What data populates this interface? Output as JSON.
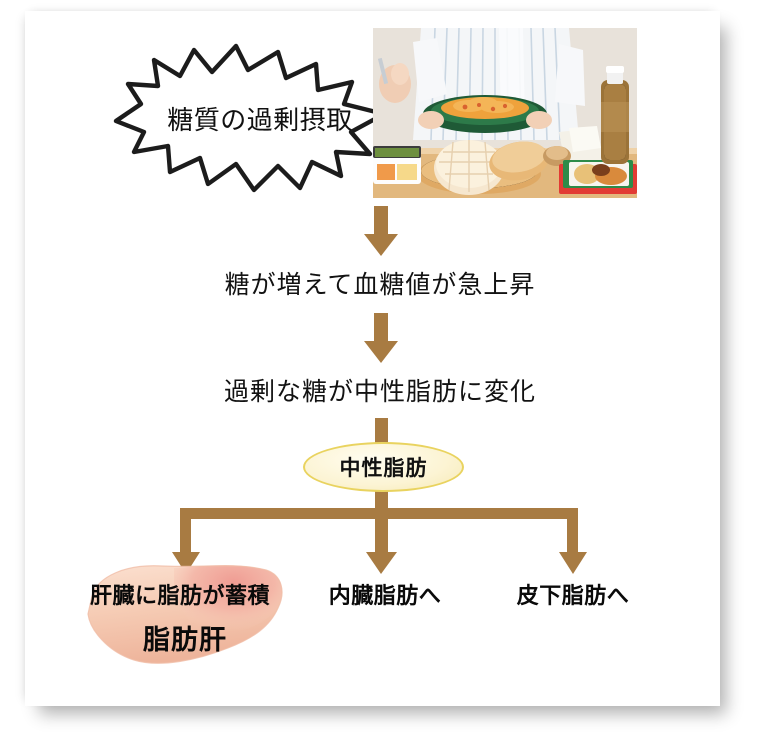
{
  "diagram": {
    "title_callout": "糖質の過剰摂取",
    "photo": {
      "alt": "コンビニ食品を食べる人物の写真（パスタ・メロンパン・パン・弁当・ペットボトルのお茶）",
      "name": "carbohydrate-meal-photo"
    },
    "steps": [
      {
        "id": "spike",
        "text": "糖が増えて血糖値が急上昇"
      },
      {
        "id": "convert",
        "text": "過剰な糖が中性脂肪に変化"
      }
    ],
    "node": {
      "label": "中性脂肪"
    },
    "branches": [
      {
        "id": "liver",
        "label": "肝臓に脂肪が蓄積"
      },
      {
        "id": "visceral",
        "label": "内臓脂肪へ"
      },
      {
        "id": "subcut",
        "label": "皮下脂肪へ"
      }
    ],
    "outcome": {
      "label": "脂肪肝"
    },
    "colors": {
      "arrow": "#a87b42",
      "arrow_dark": "#996d38",
      "ellipse_fill": "#fcf4d4",
      "ellipse_border": "#e9d35f",
      "burst_outline": "#1a1a1a",
      "text": "#111111",
      "liver_light": "#f7d2bd",
      "liver_pink": "#e99a94",
      "card_bg": "#ffffff"
    }
  }
}
